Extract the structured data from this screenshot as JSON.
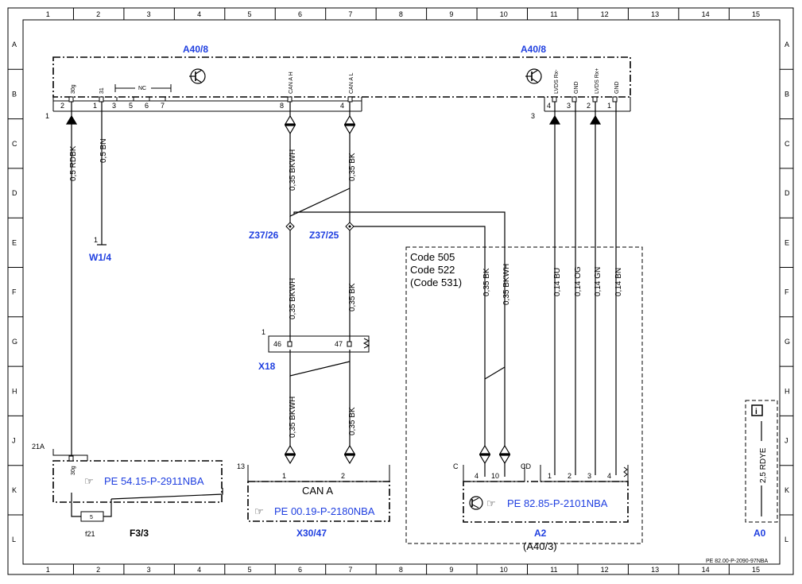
{
  "ruler": {
    "columns": [
      "1",
      "2",
      "3",
      "4",
      "5",
      "6",
      "7",
      "8",
      "9",
      "10",
      "11",
      "12",
      "13",
      "14",
      "15"
    ],
    "rows": [
      "A",
      "B",
      "C",
      "D",
      "E",
      "F",
      "G",
      "H",
      "J",
      "K",
      "L"
    ]
  },
  "components": {
    "a40_8_left": "A40/8",
    "a40_8_right": "A40/8",
    "w1_4": "W1/4",
    "z37_26": "Z37/26",
    "z37_25": "Z37/25",
    "x18": "X18",
    "x30_47": "X30/47",
    "a2": "A2",
    "a2_alt": "(A40/3)",
    "f3_3": "F3/3",
    "f21": "f21",
    "a0": "A0"
  },
  "codes": [
    "Code 505",
    "Code 522",
    "(Code 531)"
  ],
  "refs": {
    "pe_fuse": "PE 54.15-P-2911NBA",
    "pe_can": "PE 00.19-P-2180NBA",
    "pe_a2": "PE 82.85-P-2101NBA",
    "footer": "PE 82.00-P-2090-97NBA"
  },
  "connector_labels": {
    "a40_conn1": "1",
    "a40_conn3": "3",
    "x18_conn": "1",
    "x30_conn": "13",
    "x30_title": "CAN A",
    "a2_c": "C",
    "a2_cd": "CD",
    "fuse_21a": "21A",
    "fuse_num": "5",
    "w1_pin": "1",
    "nc": "NC"
  },
  "a40_left_pins": [
    {
      "name": "30g",
      "num": "2"
    },
    {
      "name": "31",
      "num": "1"
    }
  ],
  "a40_nc_pins": [
    "3",
    "5",
    "6",
    "7"
  ],
  "a40_can_pins": [
    {
      "name": "CAN A H",
      "num": "8"
    },
    {
      "name": "CAN A L",
      "num": "4"
    }
  ],
  "a40_right_pins": [
    {
      "name": "LVDS Rx-",
      "num": "4"
    },
    {
      "name": "GND",
      "num": "3"
    },
    {
      "name": "LVDS Rx+",
      "num": "2"
    },
    {
      "name": "GND",
      "num": "1"
    }
  ],
  "wires": {
    "rdbk": "0,5 RDBK",
    "bn": "0,5 BN",
    "can_h_top": "0,35 BKWH",
    "can_l_top": "0,35 BK",
    "can_h_mid": "0,35 BKWH",
    "can_l_mid": "0,35 BK",
    "can_h_bot": "0,35 BKWH",
    "can_l_bot": "0,35 BK",
    "a2_bk": "0,35 BK",
    "a2_bkwh": "0,35 BKWH",
    "lvds_bu": "0,14 BU",
    "lvds_og": "0,14 OG",
    "lvds_gn": "0,14 GN",
    "lvds_bn": "0,14 BN",
    "a0_rdye": "2,5 RDYE"
  },
  "x18_pins": [
    "46",
    "47"
  ],
  "x30_pins": [
    "1",
    "2"
  ],
  "fuse_pin": "30g",
  "a2_pins_c": [
    "4",
    "10"
  ],
  "a2_pins_cd": [
    "1",
    "2",
    "3",
    "4"
  ],
  "info_icon": "i",
  "colors": {
    "blue": "#1f3fe0",
    "line": "#000000"
  }
}
